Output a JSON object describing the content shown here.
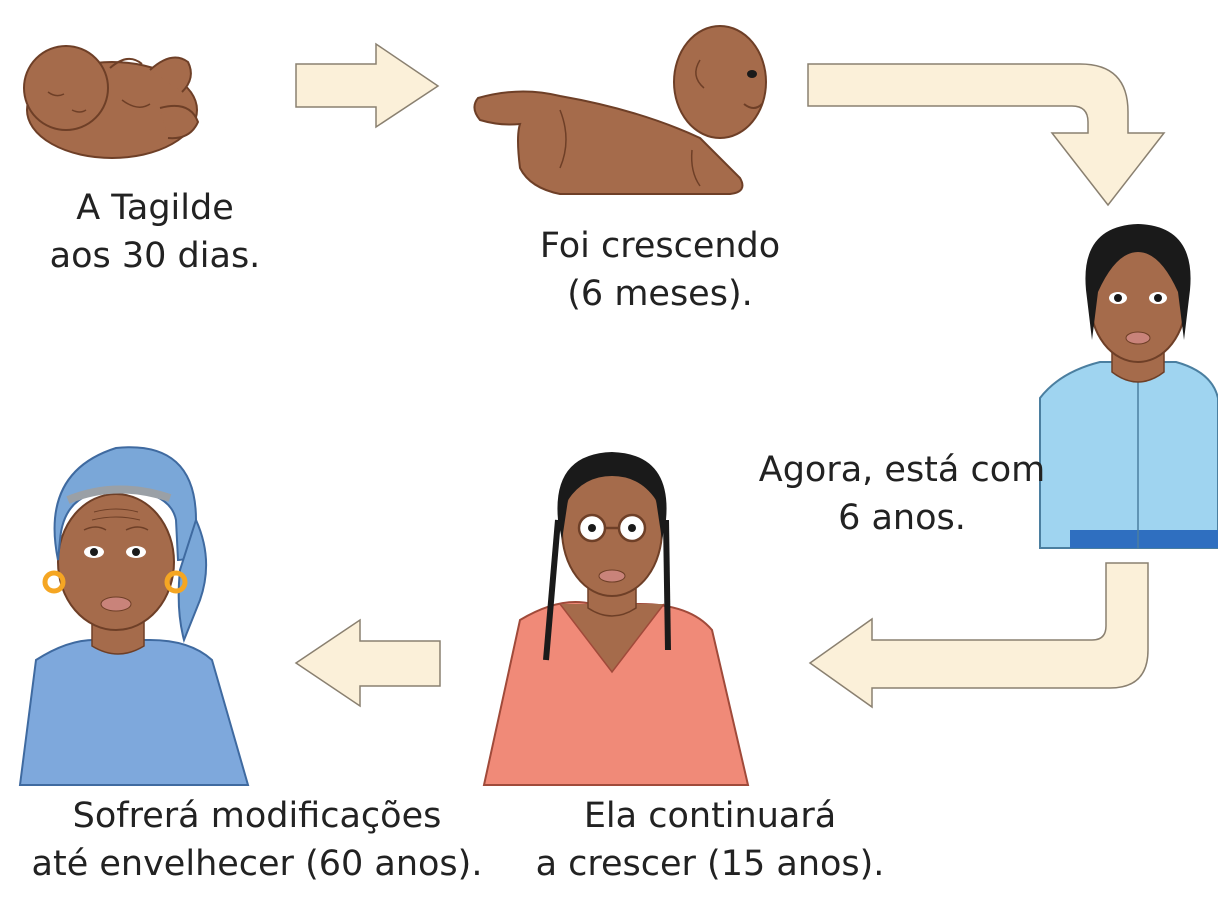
{
  "colors": {
    "arrow_fill": "#fbf0d9",
    "arrow_stroke": "#8a8070",
    "skin": "#a56b4b",
    "skin_dark": "#6e3f27",
    "shirt_child": "#9fd4f0",
    "shirt_teen": "#f08a78",
    "dress_elder": "#7ea8dc",
    "headwrap": "#7aa7d8",
    "earring": "#f5a623",
    "hair": "#1a1a1a"
  },
  "stages": [
    {
      "id": "newborn",
      "icon": "newborn-baby-illustration",
      "caption": [
        "A Tagilde",
        "aos 30 dias."
      ]
    },
    {
      "id": "infant",
      "icon": "crawling-baby-illustration",
      "caption": [
        "Foi crescendo",
        "(6 meses)."
      ]
    },
    {
      "id": "child",
      "icon": "girl-six-years-illustration",
      "caption": [
        "Agora, está com",
        "6 anos."
      ]
    },
    {
      "id": "teen",
      "icon": "teen-girl-illustration",
      "caption": [
        "Ela continuará",
        "a crescer (15 anos)."
      ]
    },
    {
      "id": "elder",
      "icon": "elderly-woman-illustration",
      "caption": [
        "Sofrerá modificações",
        "até envelhecer (60 anos)."
      ]
    }
  ],
  "arrows": [
    {
      "id": "arrow-1",
      "from": "newborn",
      "to": "infant",
      "icon": "arrow-right-icon"
    },
    {
      "id": "arrow-2",
      "from": "infant",
      "to": "child",
      "icon": "arrow-bend-down-icon"
    },
    {
      "id": "arrow-3",
      "from": "child",
      "to": "teen",
      "icon": "arrow-bend-left-icon"
    },
    {
      "id": "arrow-4",
      "from": "teen",
      "to": "elder",
      "icon": "arrow-left-icon"
    }
  ]
}
